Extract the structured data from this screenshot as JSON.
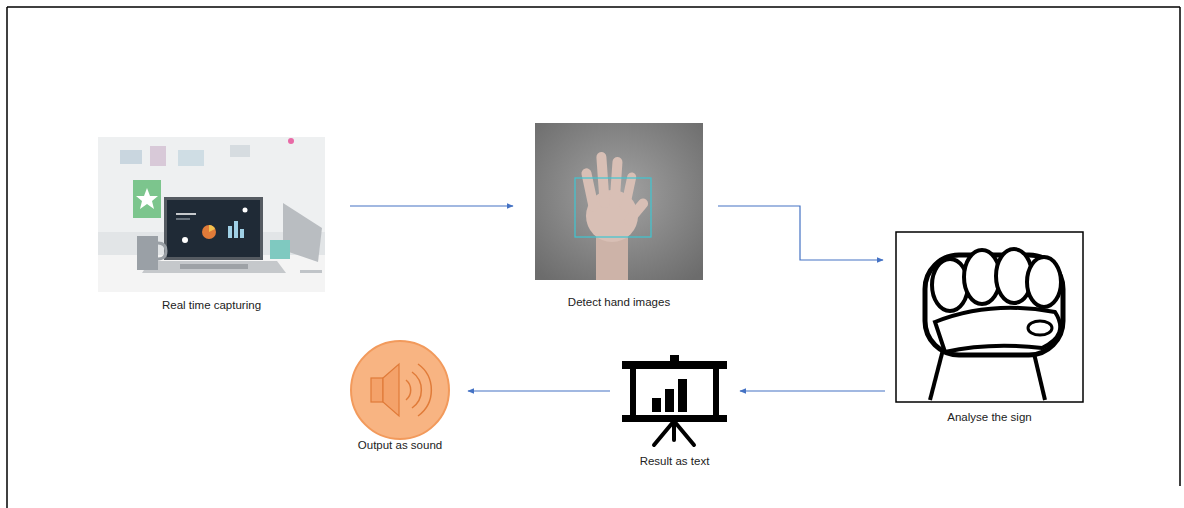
{
  "diagram": {
    "nodes": [
      {
        "text": [
          "Real time capturing"
        ]
      },
      {
        "text": [
          "Detect hand images"
        ]
      },
      {
        "text": [
          "Analyse the sign"
        ]
      },
      {
        "text": [
          "Result as text"
        ]
      },
      {
        "text": [
          "Output as sound"
        ]
      }
    ],
    "edges": [
      {
        "from": 0,
        "to": 1,
        "arrow": "to"
      },
      {
        "from": 1,
        "to": 2,
        "arrow": "to"
      },
      {
        "from": 2,
        "to": 3,
        "arrow": "to"
      },
      {
        "from": 3,
        "to": 4,
        "arrow": "to"
      }
    ]
  }
}
